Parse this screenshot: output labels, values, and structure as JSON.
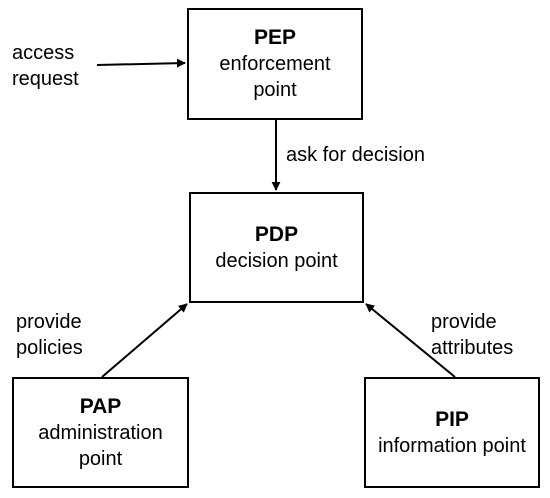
{
  "nodes": {
    "pep": {
      "abbr": "PEP",
      "desc_line1": "enforcement",
      "desc_line2": "point"
    },
    "pdp": {
      "abbr": "PDP",
      "desc_line1": "decision point"
    },
    "pap": {
      "abbr": "PAP",
      "desc_line1": "administration",
      "desc_line2": "point"
    },
    "pip": {
      "abbr": "PIP",
      "desc_line1": "information point"
    }
  },
  "edges": {
    "access_request": {
      "line1": "access",
      "line2": "request"
    },
    "ask_for_decision": {
      "text": "ask for decision"
    },
    "provide_policies": {
      "line1": "provide",
      "line2": "policies"
    },
    "provide_attributes": {
      "line1": "provide",
      "line2": "attributes"
    }
  },
  "colors": {
    "stroke": "#000000",
    "background": "#ffffff"
  }
}
